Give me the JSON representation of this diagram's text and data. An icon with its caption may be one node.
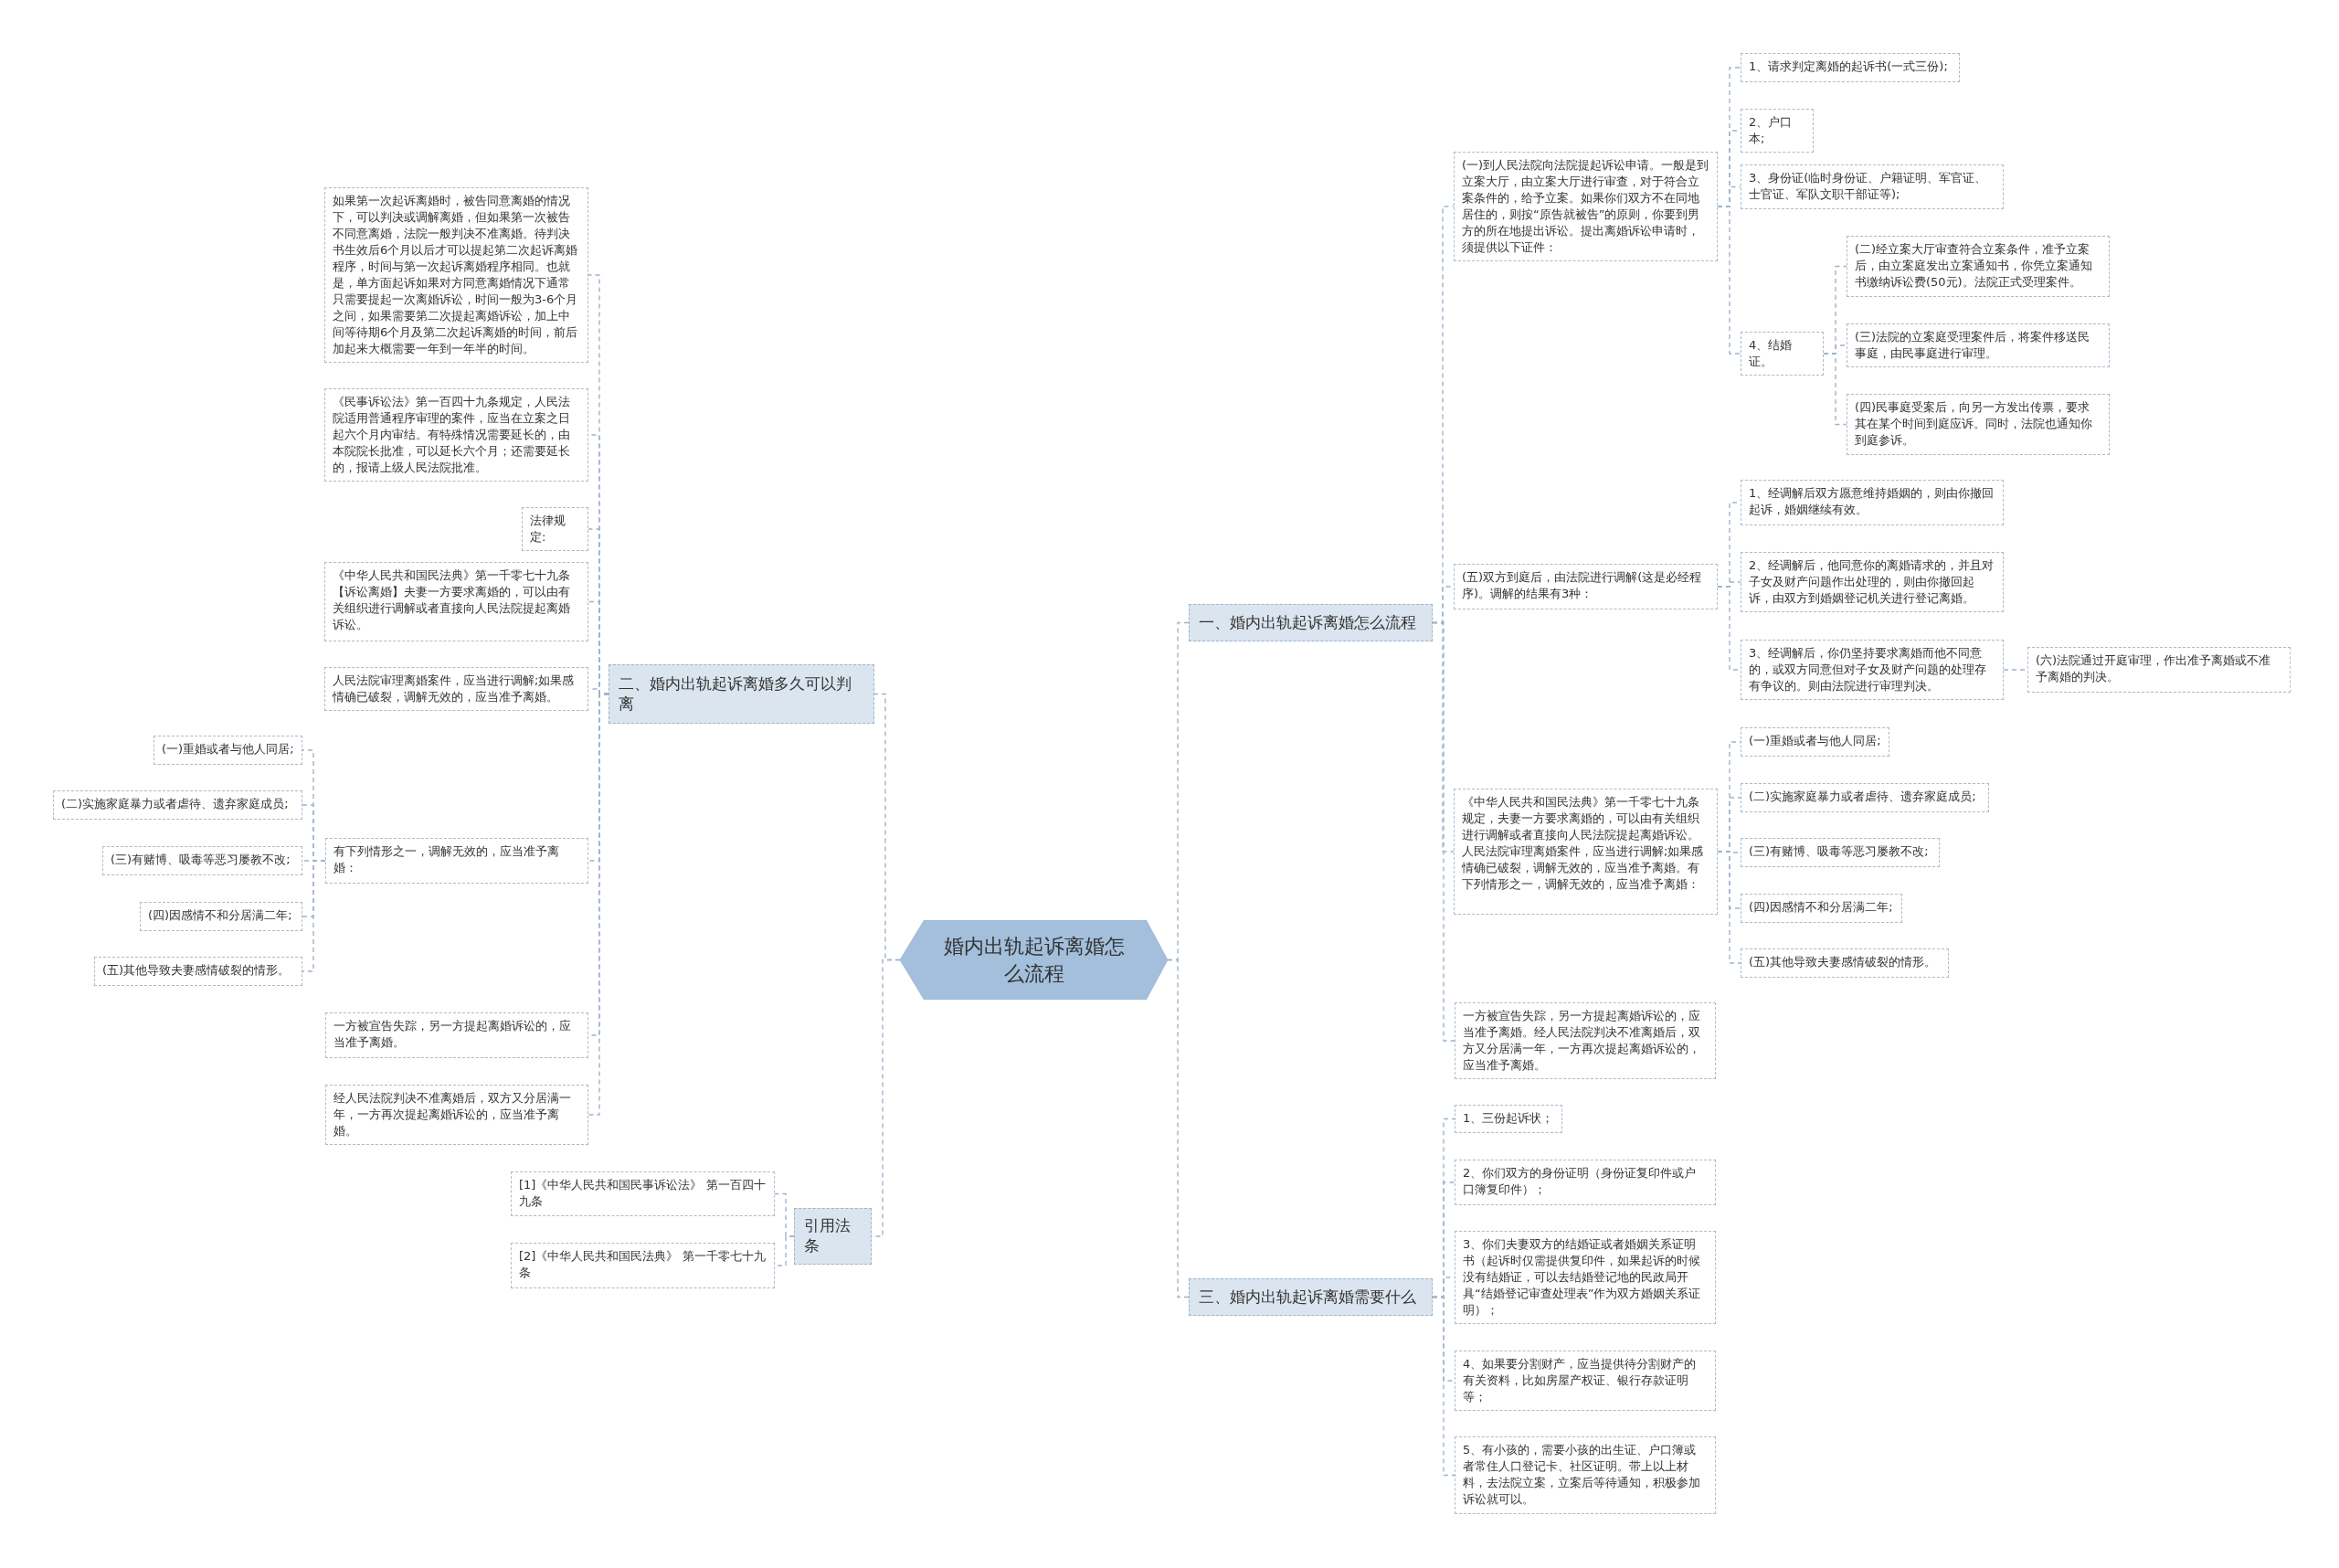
{
  "diagram": {
    "nodes": [
      {
        "text": [
          "婚内出轨起诉离婚怎么流程"
        ]
      },
      {
        "text": [
          "一、婚内出轨起诉离婚怎么流程"
        ]
      },
      {
        "text": [
          "(一)到人民法院向法院提起诉讼申请。一般是到立案大厅，由立案大厅进行审查，对于符合立案条件的，给予立案。如果你们双方不在同地居住的，则按“原告就被告”的原则，你要到男方的所在地提出诉讼。提出离婚诉讼申请时，须提供以下证件："
        ]
      },
      {
        "text": [
          "1、请求判定离婚的起诉书(一式三份);"
        ]
      },
      {
        "text": [
          "2、户口本;"
        ]
      },
      {
        "text": [
          "3、身份证(临时身份证、户籍证明、军官证、士官证、军队文职干部证等);"
        ]
      },
      {
        "text": [
          "4、结婚证。"
        ]
      },
      {
        "text": [
          "(二)经立案大厅审查符合立案条件，准予立案后，由立案庭发出立案通知书，你凭立案通知书缴纳诉讼费(50元)。法院正式受理案件。"
        ]
      },
      {
        "text": [
          "(三)法院的立案庭受理案件后，将案件移送民事庭，由民事庭进行审理。"
        ]
      },
      {
        "text": [
          "(四)民事庭受案后，向另一方发出传票，要求其在某个时间到庭应诉。同时，法院也通知你到庭参诉。"
        ]
      },
      {
        "text": [
          "(五)双方到庭后，由法院进行调解(这是必经程序)。调解的结果有3种："
        ]
      },
      {
        "text": [
          "1、经调解后双方愿意维持婚姻的，则由你撤回起诉，婚姻继续有效。"
        ]
      },
      {
        "text": [
          "2、经调解后，他同意你的离婚请求的，并且对子女及财产问题作出处理的，则由你撤回起诉，由双方到婚姻登记机关进行登记离婚。"
        ]
      },
      {
        "text": [
          "3、经调解后，你仍坚持要求离婚而他不同意的，或双方同意但对子女及财产问题的处理存有争议的。则由法院进行审理判决。"
        ]
      },
      {
        "text": [
          "(六)法院通过开庭审理，作出准予离婚或不准予离婚的判决。"
        ]
      },
      {
        "text": [
          "《中华人民共和国民法典》第一千零七十九条规定，夫妻一方要求离婚的，可以由有关组织进行调解或者直接向人民法院提起离婚诉讼。人民法院审理离婚案件，应当进行调解;如果感情确已破裂，调解无效的，应当准予离婚。有下列情形之一，调解无效的，应当准予离婚："
        ]
      },
      {
        "text": [
          "(一)重婚或者与他人同居;"
        ]
      },
      {
        "text": [
          "(二)实施家庭暴力或者虐待、遗弃家庭成员;"
        ]
      },
      {
        "text": [
          "(三)有赌博、吸毒等恶习屡教不改;"
        ]
      },
      {
        "text": [
          "(四)因感情不和分居满二年;"
        ]
      },
      {
        "text": [
          "(五)其他导致夫妻感情破裂的情形。"
        ]
      },
      {
        "text": [
          "一方被宣告失踪，另一方提起离婚诉讼的，应当准予离婚。经人民法院判决不准离婚后，双方又分居满一年，一方再次提起离婚诉讼的，应当准予离婚。"
        ]
      },
      {
        "text": [
          "二、婚内出轨起诉离婚多久可以判离"
        ]
      },
      {
        "text": [
          "如果第一次起诉离婚时，被告同意离婚的情况下，可以判决或调解离婚，但如果第一次被告不同意离婚，法院一般判决不准离婚。待判决书生效后6个月以后才可以提起第二次起诉离婚程序，时间与第一次起诉离婚程序相同。也就是，单方面起诉如果对方同意离婚情况下通常只需要提起一次离婚诉讼，时间一般为3-6个月之间，如果需要第二次提起离婚诉讼，加上中间等待期6个月及第二次起诉离婚的时间，前后加起来大概需要一年到一年半的时间。"
        ]
      },
      {
        "text": [
          "《民事诉讼法》第一百四十九条规定，人民法院适用普通程序审理的案件，应当在立案之日起六个月内审结。有特殊情况需要延长的，由本院院长批准，可以延长六个月；还需要延长的，报请上级人民法院批准。"
        ]
      },
      {
        "text": [
          "法律规定:"
        ]
      },
      {
        "text": [
          "《中华人民共和国民法典》第一千零七十九条【诉讼离婚】夫妻一方要求离婚的，可以由有关组织进行调解或者直接向人民法院提起离婚诉讼。"
        ]
      },
      {
        "text": [
          "人民法院审理离婚案件，应当进行调解;如果感情确已破裂，调解无效的，应当准予离婚。"
        ]
      },
      {
        "text": [
          "有下列情形之一，调解无效的，应当准予离婚："
        ]
      },
      {
        "text": [
          "(一)重婚或者与他人同居;"
        ]
      },
      {
        "text": [
          "(二)实施家庭暴力或者虐待、遗弃家庭成员;"
        ]
      },
      {
        "text": [
          "(三)有赌博、吸毒等恶习屡教不改;"
        ]
      },
      {
        "text": [
          "(四)因感情不和分居满二年;"
        ]
      },
      {
        "text": [
          "(五)其他导致夫妻感情破裂的情形。"
        ]
      },
      {
        "text": [
          "一方被宣告失踪，另一方提起离婚诉讼的，应当准予离婚。"
        ]
      },
      {
        "text": [
          "经人民法院判决不准离婚后，双方又分居满一年，一方再次提起离婚诉讼的，应当准予离婚。"
        ]
      },
      {
        "text": [
          "引用法条"
        ]
      },
      {
        "text": [
          "[1]《中华人民共和国民事诉讼法》 第一百四十九条"
        ]
      },
      {
        "text": [
          "[2]《中华人民共和国民法典》 第一千零七十九条"
        ]
      },
      {
        "text": [
          "三、婚内出轨起诉离婚需要什么"
        ]
      },
      {
        "text": [
          "1、三份起诉状；"
        ]
      },
      {
        "text": [
          "2、你们双方的身份证明（身份证复印件或户口簿复印件）；"
        ]
      },
      {
        "text": [
          "3、你们夫妻双方的结婚证或者婚姻关系证明书（起诉时仅需提供复印件，如果起诉的时候没有结婚证，可以去结婚登记地的民政局开具“结婚登记审查处理表”作为双方婚姻关系证明）；"
        ]
      },
      {
        "text": [
          "4、如果要分割财产，应当提供待分割财产的有关资料，比如房屋产权证、银行存款证明等；"
        ]
      },
      {
        "text": [
          "5、有小孩的，需要小孩的出生证、户口簿或者常住人口登记卡、社区证明。带上以上材料，去法院立案，立案后等待通知，积极参加诉讼就可以。"
        ]
      }
    ],
    "edges": [
      {
        "from": 0,
        "to": 1,
        "arrow": "none"
      },
      {
        "from": 1,
        "to": 2,
        "arrow": "none"
      },
      {
        "from": 2,
        "to": 3,
        "arrow": "none"
      },
      {
        "from": 2,
        "to": 4,
        "arrow": "none"
      },
      {
        "from": 2,
        "to": 5,
        "arrow": "none"
      },
      {
        "from": 2,
        "to": 6,
        "arrow": "none"
      },
      {
        "from": 6,
        "to": 7,
        "arrow": "none"
      },
      {
        "from": 6,
        "to": 8,
        "arrow": "none"
      },
      {
        "from": 6,
        "to": 9,
        "arrow": "none"
      },
      {
        "from": 1,
        "to": 10,
        "arrow": "none"
      },
      {
        "from": 10,
        "to": 11,
        "arrow": "none"
      },
      {
        "from": 10,
        "to": 12,
        "arrow": "none"
      },
      {
        "from": 10,
        "to": 13,
        "arrow": "none"
      },
      {
        "from": 13,
        "to": 14,
        "arrow": "none"
      },
      {
        "from": 1,
        "to": 15,
        "arrow": "none"
      },
      {
        "from": 15,
        "to": 16,
        "arrow": "none"
      },
      {
        "from": 15,
        "to": 17,
        "arrow": "none"
      },
      {
        "from": 15,
        "to": 18,
        "arrow": "none"
      },
      {
        "from": 15,
        "to": 19,
        "arrow": "none"
      },
      {
        "from": 15,
        "to": 20,
        "arrow": "none"
      },
      {
        "from": 1,
        "to": 21,
        "arrow": "none"
      },
      {
        "from": 0,
        "to": 22,
        "arrow": "none"
      },
      {
        "from": 22,
        "to": 23,
        "arrow": "none"
      },
      {
        "from": 22,
        "to": 24,
        "arrow": "none"
      },
      {
        "from": 22,
        "to": 25,
        "arrow": "none"
      },
      {
        "from": 22,
        "to": 26,
        "arrow": "none"
      },
      {
        "from": 22,
        "to": 27,
        "arrow": "none"
      },
      {
        "from": 22,
        "to": 28,
        "arrow": "none"
      },
      {
        "from": 28,
        "to": 29,
        "arrow": "none"
      },
      {
        "from": 28,
        "to": 30,
        "arrow": "none"
      },
      {
        "from": 28,
        "to": 31,
        "arrow": "none"
      },
      {
        "from": 28,
        "to": 32,
        "arrow": "none"
      },
      {
        "from": 28,
        "to": 33,
        "arrow": "none"
      },
      {
        "from": 22,
        "to": 34,
        "arrow": "none"
      },
      {
        "from": 22,
        "to": 35,
        "arrow": "none"
      },
      {
        "from": 0,
        "to": 36,
        "arrow": "none"
      },
      {
        "from": 36,
        "to": 37,
        "arrow": "none"
      },
      {
        "from": 36,
        "to": 38,
        "arrow": "none"
      },
      {
        "from": 0,
        "to": 39,
        "arrow": "none"
      },
      {
        "from": 39,
        "to": 40,
        "arrow": "none"
      },
      {
        "from": 39,
        "to": 41,
        "arrow": "none"
      },
      {
        "from": 39,
        "to": 42,
        "arrow": "none"
      },
      {
        "from": 39,
        "to": 43,
        "arrow": "none"
      },
      {
        "from": 39,
        "to": 44,
        "arrow": "none"
      }
    ]
  }
}
